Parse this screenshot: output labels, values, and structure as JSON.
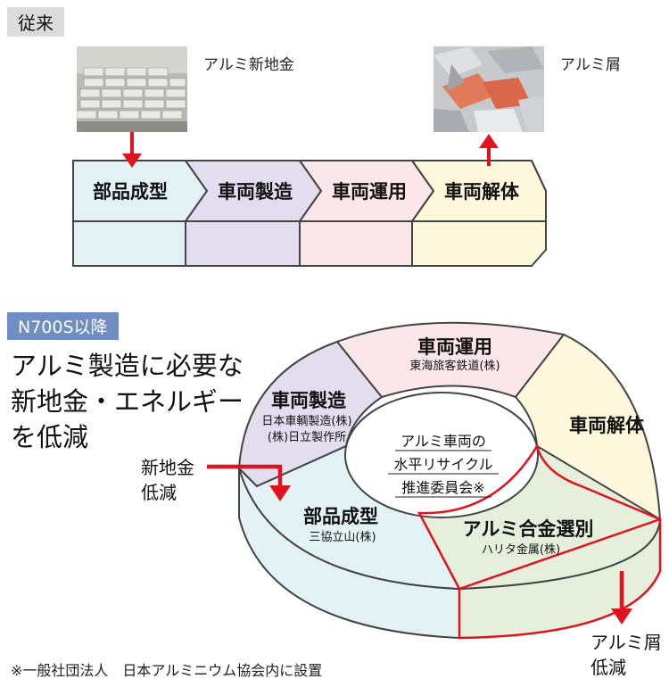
{
  "top_section": {
    "tag": "従来",
    "ingot_label": "アルミ新地金",
    "scrap_label": "アルミ屑",
    "steps": [
      "部品成型",
      "車両製造",
      "車両運用",
      "車両解体"
    ]
  },
  "bottom_section": {
    "tag": "N700S以降",
    "headline_lines": [
      "アルミ製造に必要な",
      "新地金・エネルギー",
      "を低減"
    ],
    "ingot_reduction_lines": [
      "新地金",
      "低減"
    ],
    "scrap_reduction_lines": [
      "アルミ屑",
      "低減"
    ],
    "center_lines": [
      "アルミ車両の",
      "水平リサイクル",
      "推進委員会※"
    ],
    "segments": {
      "operation": {
        "title": "車両運用",
        "company": "東海旅客鉄道(株)"
      },
      "manufacture": {
        "title": "車両製造",
        "companies": [
          "日本車輌製造(株)",
          "(株)日立製作所"
        ]
      },
      "dismantle": {
        "title": "車両解体"
      },
      "forming": {
        "title": "部品成型",
        "company": "三協立山(株)"
      },
      "sorting": {
        "title": "アルミ合金選別",
        "company": "ハリタ金属(株)"
      }
    }
  },
  "footnote": "※一般社団法人　日本アルミニウム協会内に設置",
  "colors": {
    "forming": "#e3f2f4",
    "manufacture": "#e2ddef",
    "operation": "#fbe6ea",
    "dismantle": "#fdf7dc",
    "sorting": "#e6efdc",
    "arrow_red": "#e0141e",
    "tag_blue": "#6f8fc4",
    "outline": "#444444"
  }
}
